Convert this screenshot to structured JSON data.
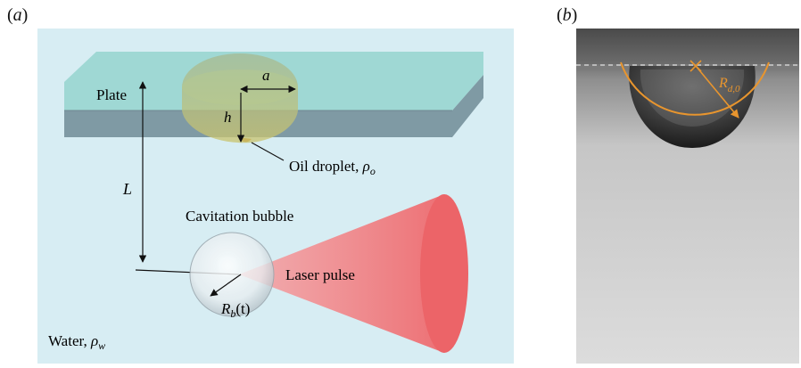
{
  "panels": {
    "a": {
      "label_letter": "a"
    },
    "b": {
      "label_letter": "b"
    }
  },
  "diagram_a": {
    "plate_label": "Plate",
    "droplet_radius_label": "a",
    "droplet_height_label": "h",
    "oil_label": "Oil droplet, ",
    "oil_symbol": "ρ",
    "oil_subscript": "o",
    "distance_label": "L",
    "bubble_label": "Cavitation bubble",
    "laser_label": "Laser pulse",
    "bubble_radius_symbol": "R",
    "bubble_radius_subscript": "b",
    "bubble_radius_arg": "(t)",
    "water_label": "Water, ",
    "water_symbol": "ρ",
    "water_subscript": "w"
  },
  "photo_b": {
    "radius_symbol": "R",
    "radius_subscript": "d,0",
    "accent_color": "#e8952e"
  },
  "colors": {
    "panel_a_background": "#d7edf3",
    "plate_top": "#9fd8d4",
    "plate_side": "#7a97a1",
    "laser": "#ef6b6f"
  }
}
